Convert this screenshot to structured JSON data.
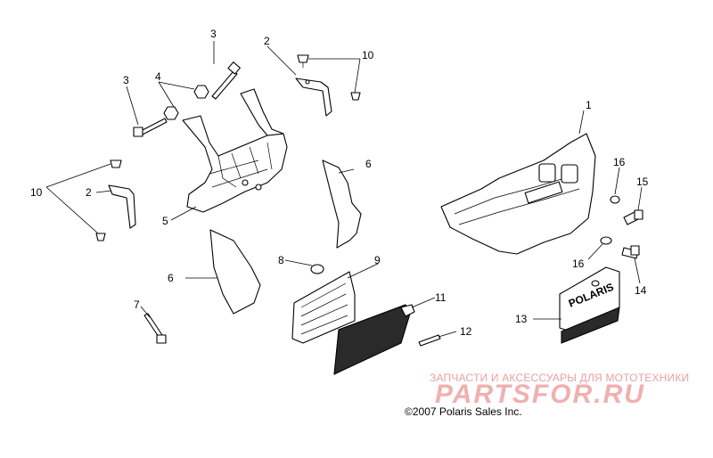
{
  "callouts": {
    "c1": "1",
    "c2a": "2",
    "c2b": "2",
    "c3a": "3",
    "c3b": "3",
    "c4": "4",
    "c5": "5",
    "c6a": "6",
    "c6b": "6",
    "c7": "7",
    "c8": "8",
    "c9": "9",
    "c10a": "10",
    "c10b": "10",
    "c11": "11",
    "c12": "12",
    "c13": "13",
    "c14": "14",
    "c15": "15",
    "c16a": "16",
    "c16b": "16"
  },
  "copyright": "©2007 Polaris Sales Inc.",
  "watermark": {
    "tagline": "ЗАПЧАСТИ И АКСЕССУАРЫ ДЛЯ МОТОТЕХНИКИ",
    "logo": "PARTSFOR.RU"
  },
  "badge": {
    "text": "POLARIS"
  },
  "colors": {
    "ink": "#000000",
    "watermark": "#f0b0b0"
  }
}
